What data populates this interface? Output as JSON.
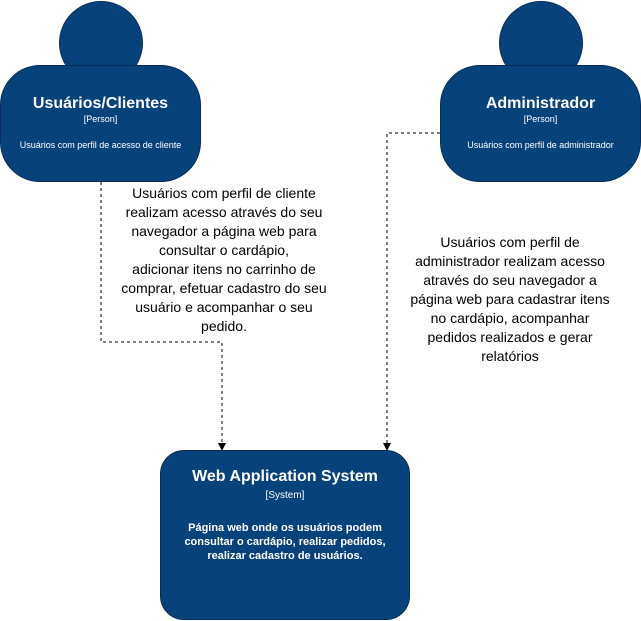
{
  "nodes": {
    "clientes": {
      "title": "Usuários/Clientes",
      "type": "[Person]",
      "description": "Usuários com perfil de acesso de cliente"
    },
    "admin": {
      "title": "Administrador",
      "type": "[Person]",
      "description": "Usuários com perfil de administrador"
    },
    "system": {
      "title": "Web Application System",
      "type": "[System]",
      "description": "Página web onde os usuários podem consultar o cardápio, realizar pedidos, realizar cadastro de usuários."
    }
  },
  "edges": {
    "clientes_to_system": {
      "lines": [
        "Usuários com perfil de cliente",
        "realizam acesso através do seu",
        "navegador a página web para",
        "consultar o cardápio,",
        "adicionar itens no carrinho de",
        "comprar, efetuar cadastro do seu",
        "usuário e acompanhar o seu",
        "pedido."
      ]
    },
    "admin_to_system": {
      "lines": [
        "Usuários com perfil de",
        "administrador realizam acesso",
        "através do seu navegador a",
        "página web para cadastrar itens",
        "no cardápio, acompanhar",
        "pedidos realizados e gerar",
        "relatórios"
      ]
    }
  },
  "colors": {
    "node_fill": "#08427b",
    "node_stroke": "#052e56",
    "node_text": "#ffffff",
    "edge": "#000000"
  }
}
